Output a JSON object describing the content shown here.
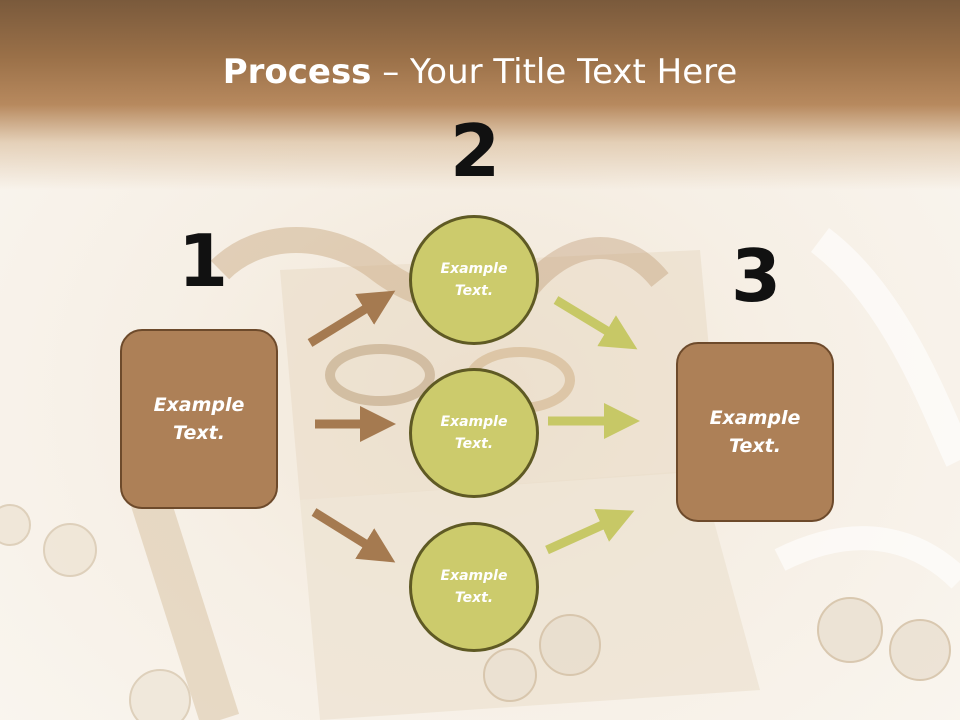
{
  "slide": {
    "title_bold": "Process",
    "title_rest": " – Your Title Text Here",
    "step1": "1",
    "step2": "2",
    "step3": "3",
    "left_box": "Example\nText.",
    "right_box": "Example\nText.",
    "circle_top": "Example\nText.",
    "circle_middle": "Example\nText.",
    "circle_bottom": "Example\nText."
  },
  "colors": {
    "box_fill": "#ad8057",
    "circle_fill": "#cccb6c",
    "arrow_brown": "#a57a50",
    "arrow_green": "#c7c866",
    "header": "#9a7048"
  }
}
